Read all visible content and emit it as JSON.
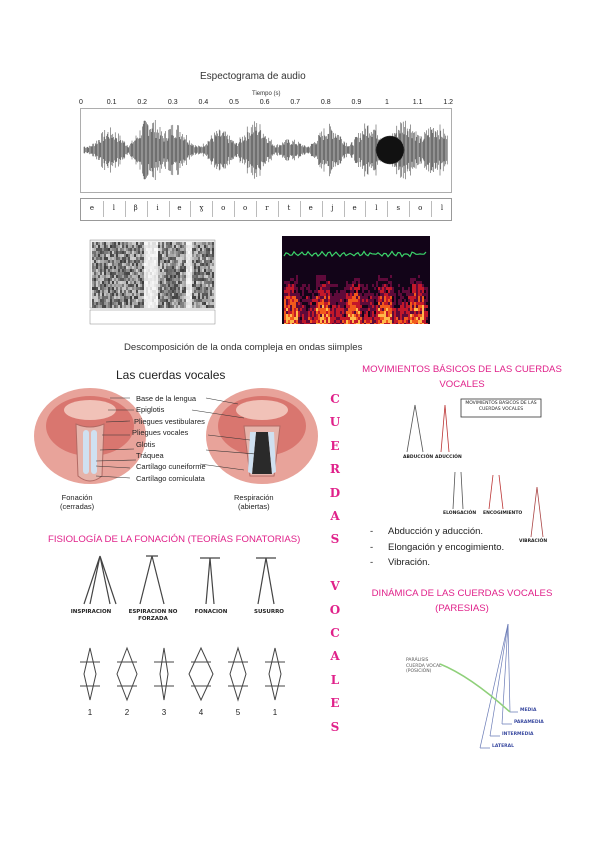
{
  "spectro": {
    "title": "Espectograma de audio",
    "axis_label": "Tiempo (s)",
    "ticks": [
      "0",
      "0.1",
      "0.2",
      "0.3",
      "0.4",
      "0.5",
      "0.6",
      "0.7",
      "0.8",
      "0.9",
      "1",
      "1.1",
      "1.2"
    ],
    "phonemes": [
      "e",
      "l",
      "β",
      "i",
      "e",
      "ɣ",
      "o",
      "o",
      "r",
      "t",
      "e",
      "j",
      "e",
      "l",
      "s",
      "o",
      "l"
    ]
  },
  "decomp_caption": "Descomposición de la onda compleja en ondas siimples",
  "vocal": {
    "title": "Las cuerdas vocales",
    "labels": [
      "Base de la lengua",
      "Epiglotis",
      "Pliegues vestibulares",
      "Pliegues vocales",
      "Glotis",
      "Tráquea",
      "Cartílago cuneiforme",
      "Cartílago corniculata"
    ],
    "left_caption": [
      "Fonación",
      "(cerradas)"
    ],
    "right_caption": [
      "Respiración",
      "(abiertas)"
    ]
  },
  "vertical_title": [
    "C",
    "U",
    "E",
    "R",
    "D",
    "A",
    "S",
    "",
    "V",
    "O",
    "C",
    "A",
    "L",
    "E",
    "S"
  ],
  "mov": {
    "heading": "MOVIMIENTOS BÁSICOS DE LAS CUERDAS VOCALES",
    "box_label": "MOVIMIENTOS BASICOS DE LAS CUERDAS VOCALES",
    "fig_labels": [
      "ABDUCCIÓN",
      "ADUCCIÓN",
      "ELONGACIÓN",
      "ENCOGIMIENTO",
      "VIBRACIÓN"
    ],
    "bullets": [
      "Abducción y aducción.",
      "Elongación y encogimiento.",
      "Vibración."
    ]
  },
  "fisio": {
    "heading": "FISIOLOGÍA DE LA FONACIÓN (TEORÍAS FONATORIAS)",
    "labels": [
      "INSPIRACION",
      "ESPIRACION NO FORZADA",
      "FONACION",
      "SUSURRO"
    ],
    "numbers": [
      "1",
      "2",
      "3",
      "4",
      "5",
      "1"
    ]
  },
  "dinamica": {
    "heading": "DINÁMICA DE LAS CUERDAS VOCALES (PARESIAS)",
    "side_label": [
      "PARÁLISIS",
      "CUERDA VOCAL",
      "(POSICIÓN)"
    ],
    "positions": [
      "MEDIA",
      "PARAMEDIA",
      "INTERMEDIA",
      "LATERAL"
    ]
  },
  "colors": {
    "accent": "#e0218a"
  }
}
